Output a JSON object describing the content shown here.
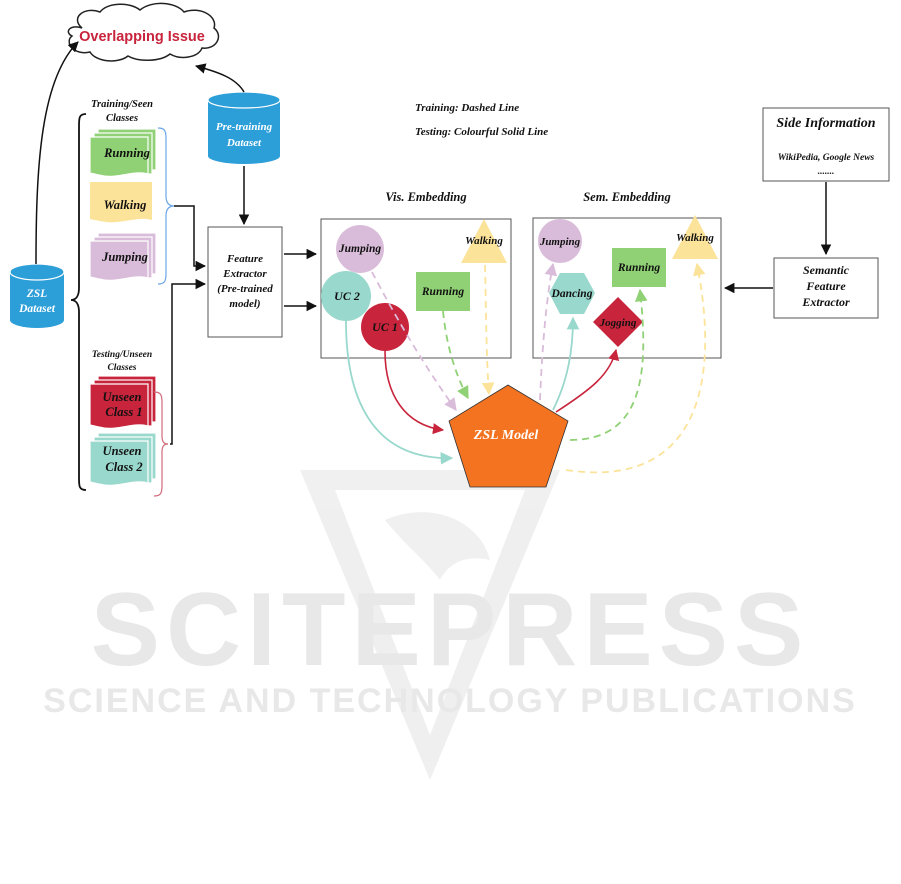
{
  "bubble": {
    "title": "Overlapping  Issue",
    "color": "#c8243c"
  },
  "legend": {
    "training": "Training: Dashed Line",
    "testing": "Testing: Colourful Solid Line"
  },
  "datasets": {
    "zsl": {
      "line1": "ZSL",
      "line2": "Dataset"
    },
    "pretraining": {
      "line1": "Pre-training",
      "line2": "Dataset"
    }
  },
  "training_group": {
    "title1": "Training/Seen",
    "title2": "Classes",
    "items": [
      "Running",
      "Walking",
      "Jumping"
    ]
  },
  "testing_group": {
    "title1": "Testing/Unseen",
    "title2": "Classes",
    "items": [
      {
        "line1": "Unseen",
        "line2": "Class 1"
      },
      {
        "line1": "Unseen",
        "line2": "Class 2"
      }
    ]
  },
  "feature_extractor": {
    "line1": "Feature",
    "line2": "Extractor",
    "line3": "(Pre-trained",
    "line4": "model)"
  },
  "vis_embedding": {
    "title": "Vis. Embedding",
    "nodes": {
      "jumping": "Jumping",
      "walking": "Walking",
      "uc2": "UC 2",
      "running": "Running",
      "uc1": "UC 1"
    }
  },
  "sem_embedding": {
    "title": "Sem. Embedding",
    "nodes": {
      "jumping": "Jumping",
      "running": "Running",
      "walking": "Walking",
      "dancing": "Dancing",
      "jogging": "Jogging"
    }
  },
  "side_information": {
    "title": "Side Information",
    "sources": "WikiPedia, Google News",
    "more": "......."
  },
  "semantic_extractor": {
    "line1": "Semantic",
    "line2": "Feature",
    "line3": "Extractor"
  },
  "zsl_model": {
    "label": "ZSL Model"
  },
  "colors": {
    "running": "#8fd174",
    "walking": "#fce39a",
    "jumping": "#d9bcd9",
    "unseen1": "#c8243c",
    "unseen2": "#99d8cc",
    "zsl": "#f47320",
    "dataset": "#2c9ed8"
  },
  "watermark": {
    "brand": "SCITEPRESS",
    "tagline": "SCIENCE AND TECHNOLOGY PUBLICATIONS"
  }
}
